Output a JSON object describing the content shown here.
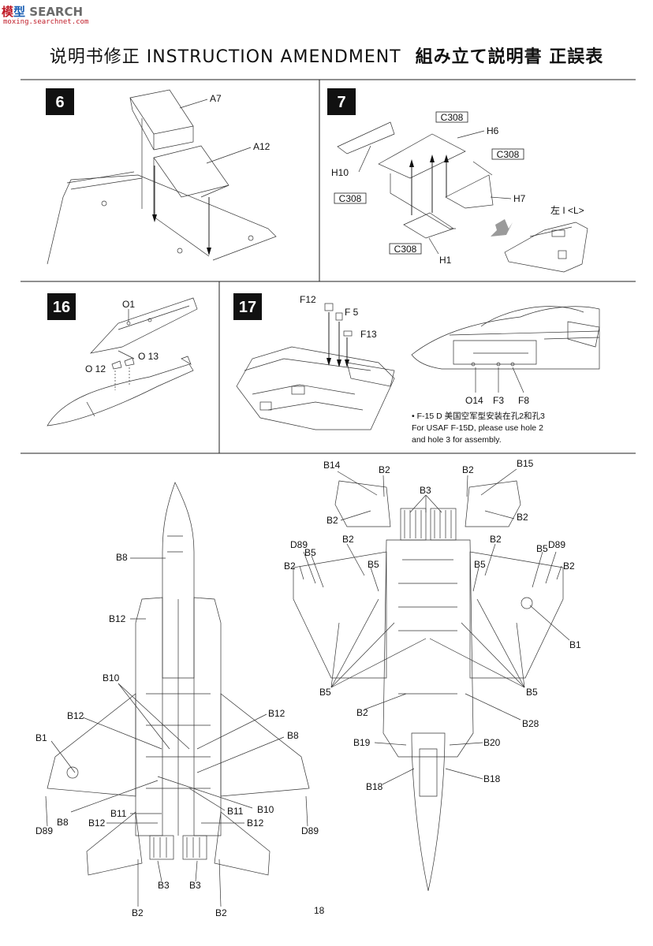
{
  "watermark": {
    "brand_a": "模",
    "brand_b": "型",
    "brand_c": "SEARCH",
    "url": "moxing.searchnet.com"
  },
  "header": {
    "title_cn": "说明书修正",
    "title_en": "INSTRUCTION AMENDMENT",
    "title_jp": "組み立て説明書 正誤表"
  },
  "steps": {
    "s6": {
      "number": "6",
      "labels": [
        "A7",
        "A12"
      ]
    },
    "s7": {
      "number": "7",
      "labels": [
        "H6",
        "H10",
        "H7",
        "H1",
        "C308",
        "C308",
        "C308",
        "C308"
      ],
      "side_label": "左 I <L>"
    },
    "s16": {
      "number": "16",
      "labels": [
        "O1",
        "O 12",
        "O 13"
      ]
    },
    "s17": {
      "number": "17",
      "labels": [
        "F12",
        "F 5",
        "F13",
        "O14",
        "F3",
        "F8"
      ],
      "note_cn": "• F-15 D 美国空军型安装在孔2和孔3",
      "note_en_1": "For USAF F-15D, please use hole 2",
      "note_en_2": "and hole 3 for assembly."
    }
  },
  "bottom_left": {
    "labels": [
      "B8",
      "B12",
      "B10",
      "B12",
      "B12",
      "B1",
      "B8",
      "B8",
      "D89",
      "B11",
      "B11",
      "B10",
      "B12",
      "B12",
      "D89",
      "B3",
      "B3",
      "B2",
      "B2"
    ]
  },
  "bottom_right": {
    "labels": [
      "B14",
      "B2",
      "B2",
      "B15",
      "B3",
      "B2",
      "B2",
      "D89",
      "B2",
      "B2",
      "D89",
      "B2",
      "B5",
      "B5",
      "B5",
      "B5",
      "B2",
      "B1",
      "B5",
      "B5",
      "B2",
      "B28",
      "B19",
      "B20",
      "B18",
      "B18"
    ]
  },
  "page_number": "18",
  "colors": {
    "ink": "#111111",
    "watermark_blue": "#1a5fb4",
    "watermark_red": "#c01c28"
  }
}
